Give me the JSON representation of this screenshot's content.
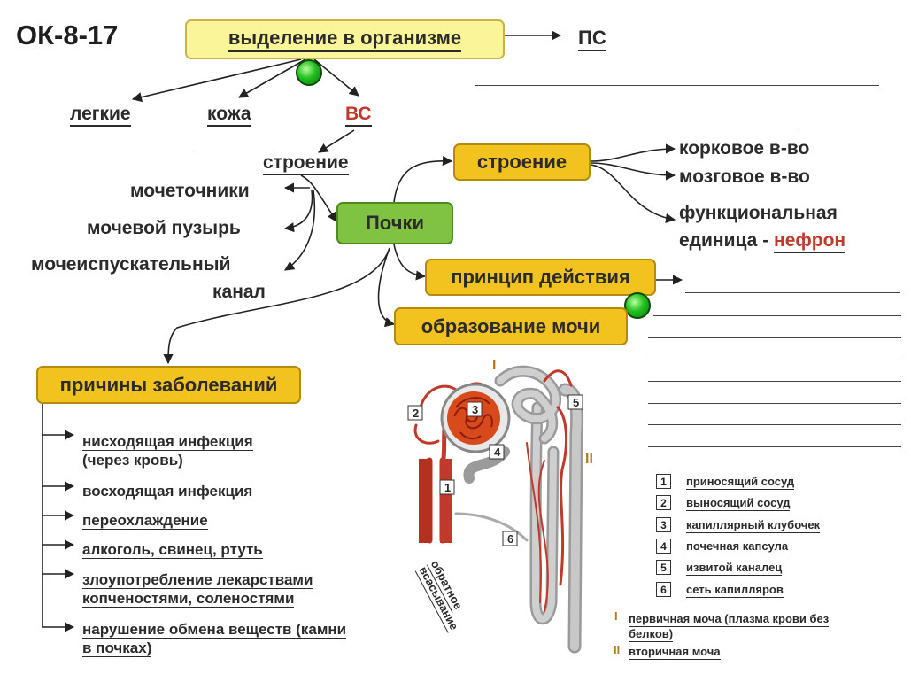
{
  "title": "ОК-8-17",
  "top_box": "выделение в организме",
  "ps": "ПС",
  "organs": {
    "lungs": "легкие",
    "skin": "кожа",
    "vs": "ВС"
  },
  "structure_left": "строение",
  "left_parts": [
    "мочеточники",
    "мочевой пузырь",
    "мочеиспускательный",
    "канал"
  ],
  "kidneys": "Почки",
  "structure_box": "строение",
  "kidney_parts": {
    "cortex": "корковое в-во",
    "medulla": "мозговое в-во",
    "unit_line1": "функциональная",
    "unit_line2": "единица -",
    "nephron": "нефрон"
  },
  "principle": "принцип действия",
  "urine_formation": "образование мочи",
  "diseases_box": "причины заболеваний",
  "diseases": [
    [
      "нисходящая инфекция",
      "(через кровь)"
    ],
    [
      "восходящая инфекция"
    ],
    [
      "переохлаждение"
    ],
    [
      "алкоголь, свинец, ртуть"
    ],
    [
      "злоупотребление лекарствами",
      "копченостями, соленостями"
    ],
    [
      "нарушение обмена веществ (камни",
      "в почках)"
    ]
  ],
  "figure": {
    "roman1": "I",
    "roman2": "II",
    "reabsorption_1": "обратное",
    "reabsorption_2": "всасывание",
    "callouts": [
      "1",
      "2",
      "3",
      "4",
      "5",
      "6"
    ]
  },
  "legend": [
    {
      "n": "1",
      "text": "приносящий сосуд"
    },
    {
      "n": "2",
      "text": "выносящий сосуд"
    },
    {
      "n": "3",
      "text": "капиллярный клубочек"
    },
    {
      "n": "4",
      "text": "почечная капсула"
    },
    {
      "n": "5",
      "text": "извитой каналец"
    },
    {
      "n": "6",
      "text": "сеть капилляров"
    }
  ],
  "urine": {
    "primary_mark": "I",
    "primary_1": "первичная моча (плазма крови без",
    "primary_2": "белков)",
    "secondary_mark": "II",
    "secondary": "вторичная моча"
  },
  "colors": {
    "yellow": "#f2c21e",
    "light_yellow": "#fbf59a",
    "green": "#80c342",
    "accent_red": "#c0392b"
  }
}
